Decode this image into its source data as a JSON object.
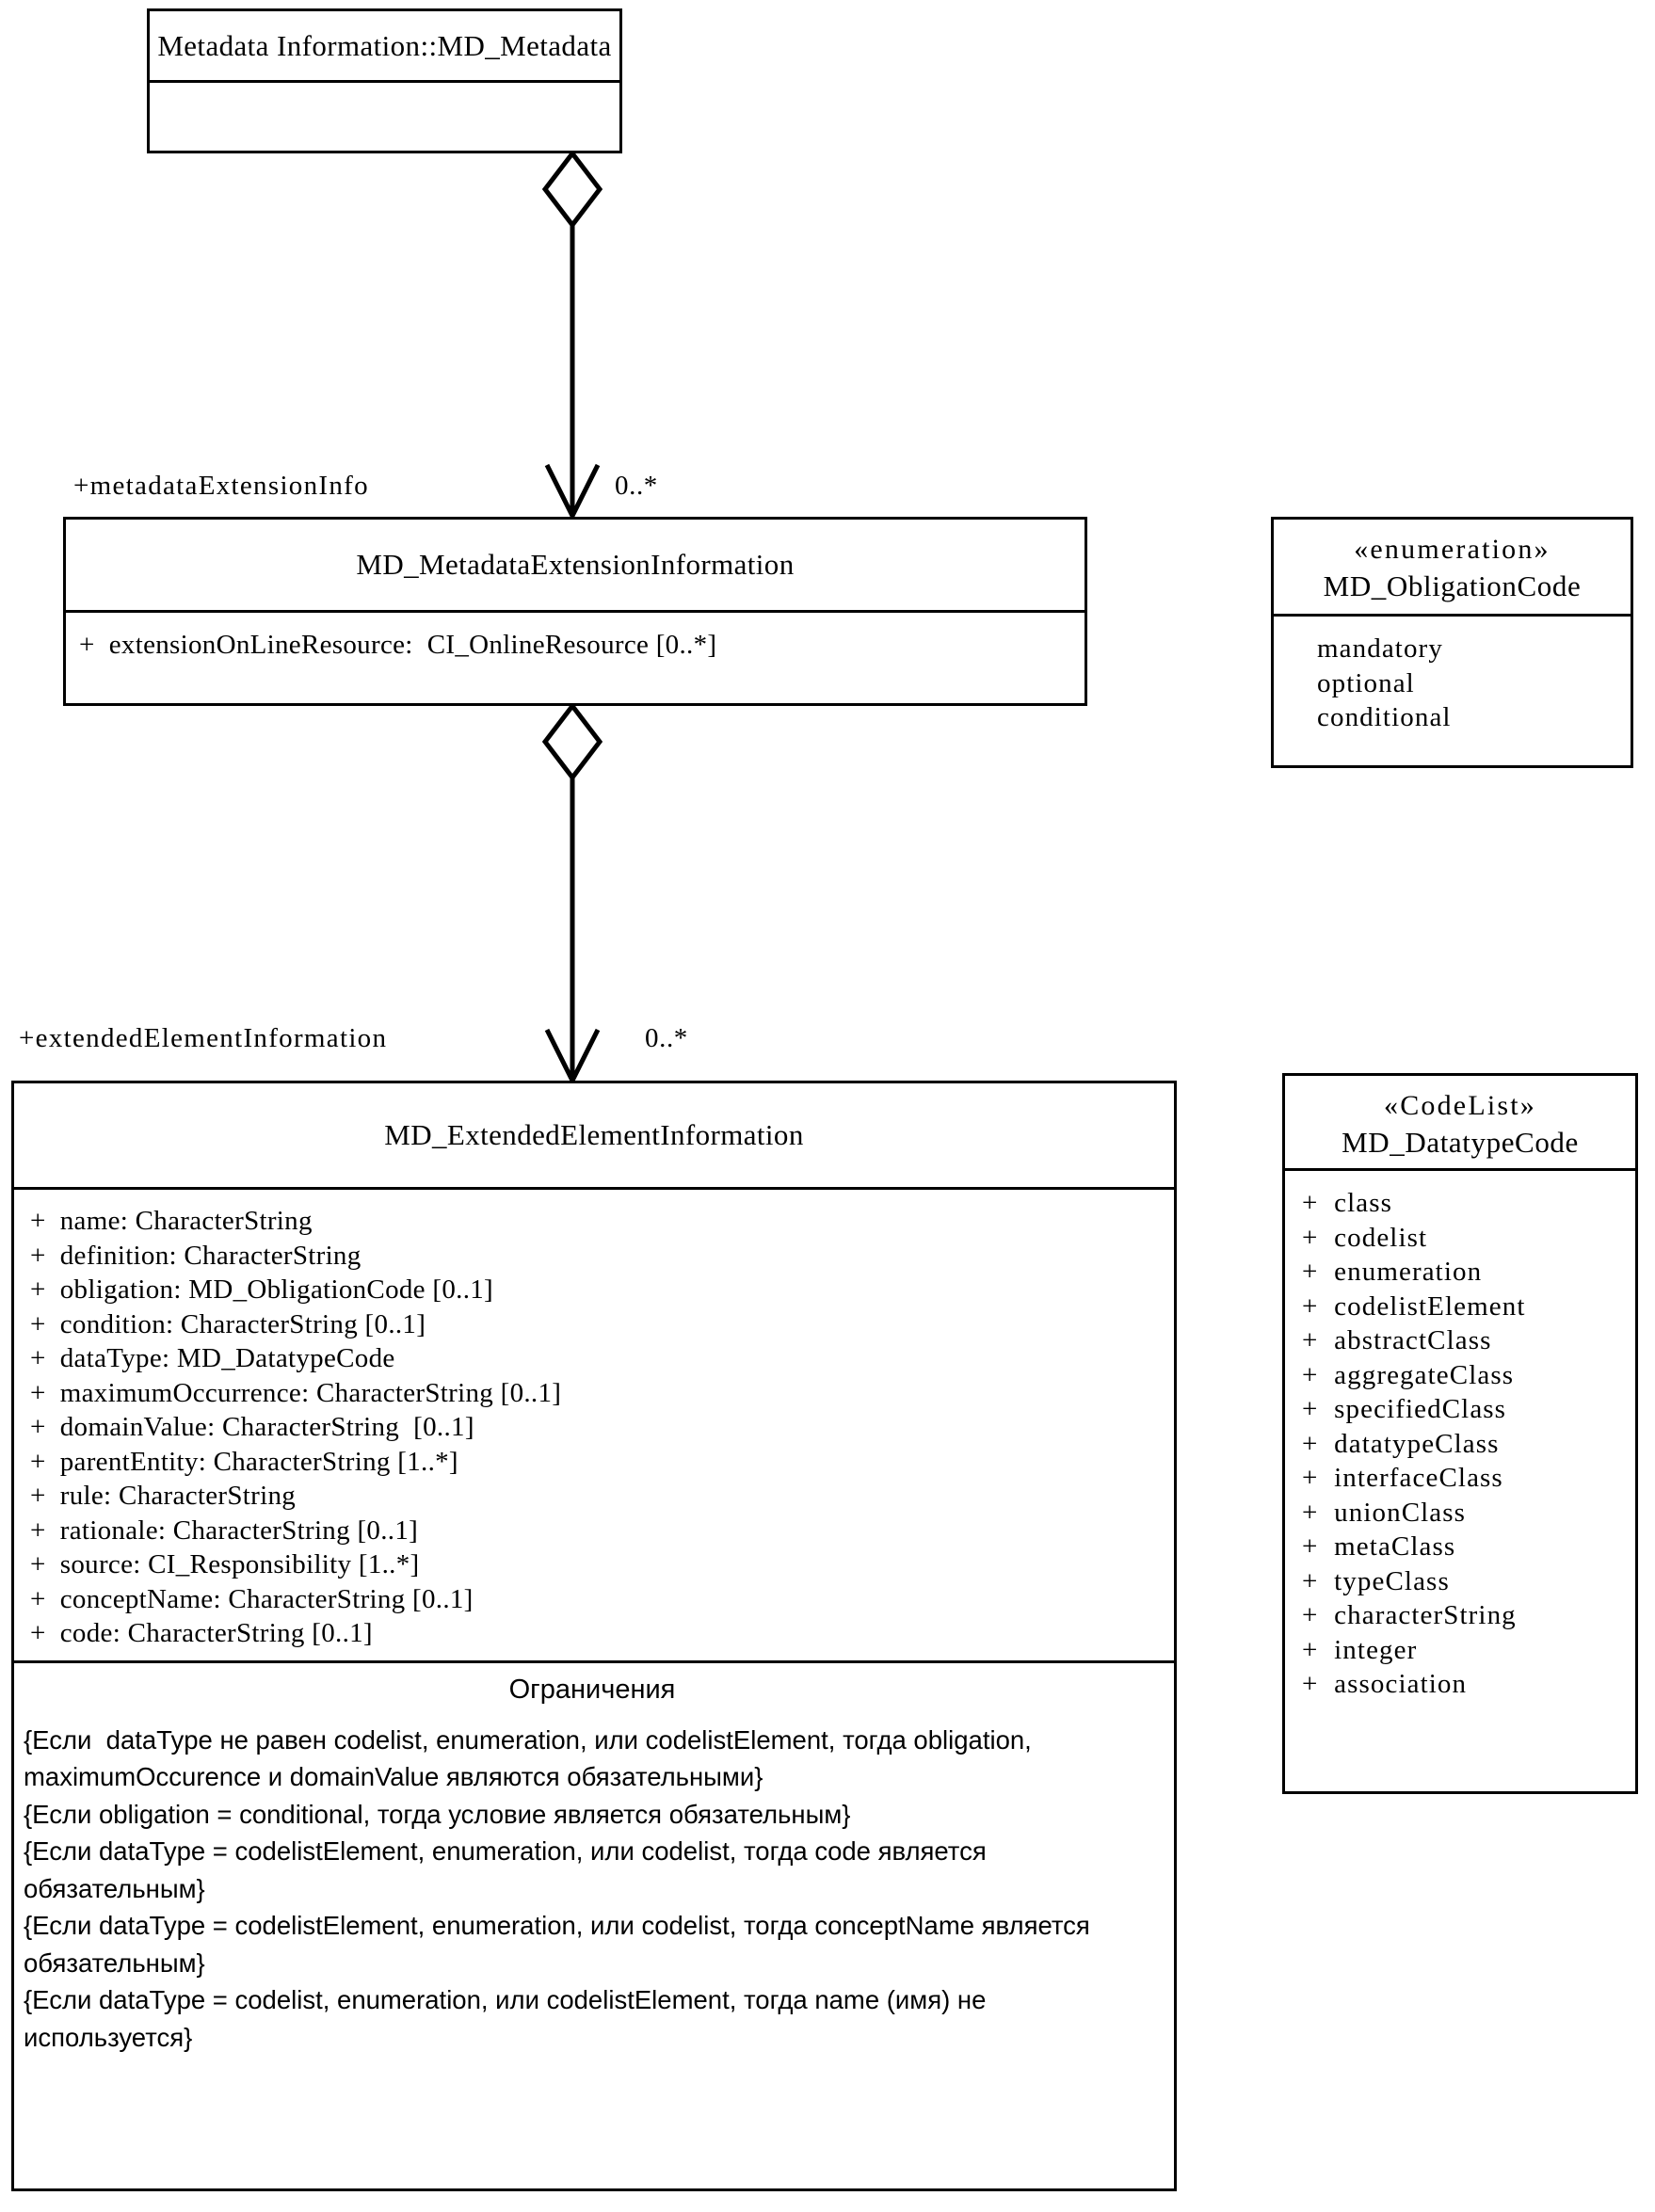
{
  "diagram": {
    "title": "MD_ExtendedElementInformation UML class diagram",
    "language": "ru"
  },
  "boxes": {
    "md_metadata": {
      "name": "Metadata Information::MD_Metadata"
    },
    "md_metadata_extension_information": {
      "name": "MD_MetadataExtensionInformation",
      "attributes": [
        "+  extensionOnLineResource:  CI_OnlineResource [0..*]"
      ]
    },
    "md_obligation_code": {
      "stereotype": "«enumeration»",
      "name": "MD_ObligationCode",
      "literals": [
        "mandatory",
        "optional",
        "conditional"
      ]
    },
    "md_datatype_code": {
      "stereotype": "«CodeList»",
      "name": "MD_DatatypeCode",
      "literals": [
        "+  class",
        "+  codelist",
        "+  enumeration",
        "+  codelistElement",
        "+  abstractClass",
        "+  aggregateClass",
        "+  specifiedClass",
        "+  datatypeClass",
        "+  interfaceClass",
        "+  unionClass",
        "+  metaClass",
        "+  typeClass",
        "+  characterString",
        "+  integer",
        "+  association"
      ]
    },
    "md_extended_element_information": {
      "name": "MD_ExtendedElementInformation",
      "attributes": [
        "+  name: CharacterString",
        "+  definition: CharacterString",
        "+  obligation: MD_ObligationCode [0..1]",
        "+  condition: CharacterString [0..1]",
        "+  dataType: MD_DatatypeCode",
        "+  maximumOccurrence: CharacterString [0..1]",
        "+  domainValue: CharacterString  [0..1]",
        "+  parentEntity: CharacterString [1..*]",
        "+  rule: CharacterString",
        "+  rationale: CharacterString [0..1]",
        "+  source: CI_Responsibility [1..*]",
        "+  conceptName: CharacterString [0..1]",
        "+  code: CharacterString [0..1]"
      ],
      "constraints_title": "Ограничения",
      "constraints": [
        "{Если  dataType не равен codelist, enumeration, или codelistElement, тогда obligation, maximumOccurence и domainValue являются обязательными}",
        "{Если obligation = conditional, тогда условие является обязательным}",
        "{Если dataType = codelistElement, enumeration, или codelist, тогда code является обязательным}",
        "{Если dataType = codelistElement, enumeration, или codelist, тогда conceptName является обязательным}",
        "{Если dataType = codelist, enumeration, или codelistElement, тогда name (имя) не используется}"
      ]
    }
  },
  "associations": [
    {
      "role": "+metadataExtensionInfo",
      "multiplicity": "0..*",
      "from": "md_metadata",
      "to": "md_metadata_extension_information",
      "kind": "aggregation"
    },
    {
      "role": "+extendedElementInformation",
      "multiplicity": "0..*",
      "from": "md_metadata_extension_information",
      "to": "md_extended_element_information",
      "kind": "aggregation"
    }
  ],
  "colors": {
    "line": "#000000",
    "background": "#ffffff",
    "text": "#000000"
  }
}
